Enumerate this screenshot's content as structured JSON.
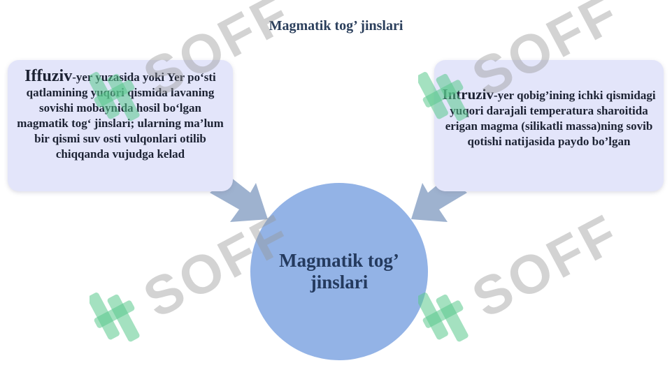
{
  "title": "Magmatik tog’ jinslari",
  "left_box": {
    "term": "Iffuziv",
    "text": "-yer yuzasida yoki Yer po‘sti qatlamining yuqori qismida lavaning sovishi mobaynida hosil bo‘lgan magmatik tog‘ jinslari; ularning ma’lum bir qismi suv osti vulqonlari otilib chiqqanda vujudga kelad"
  },
  "right_box": {
    "term": "Intruziv",
    "text": "-yer qobig’ining ichki qismidagi yuqori darajali temperatura sharoitida erigan magma (silikatli massa)ning sovib qotishi natijasida paydo bo’lgan"
  },
  "center": {
    "line1": "Magmatik tog’",
    "line2": "jinslari"
  },
  "watermark": {
    "text": "SOFF"
  },
  "colors": {
    "box_fill": "#e3e5fa",
    "circle_fill": "#93b3e6",
    "arrow_fill": "#9eb2cf",
    "title": "#2b3f5c",
    "watermark_logo": "#7fd6a6"
  },
  "icons": [
    "arrow-icon",
    "soff-logo-icon"
  ]
}
